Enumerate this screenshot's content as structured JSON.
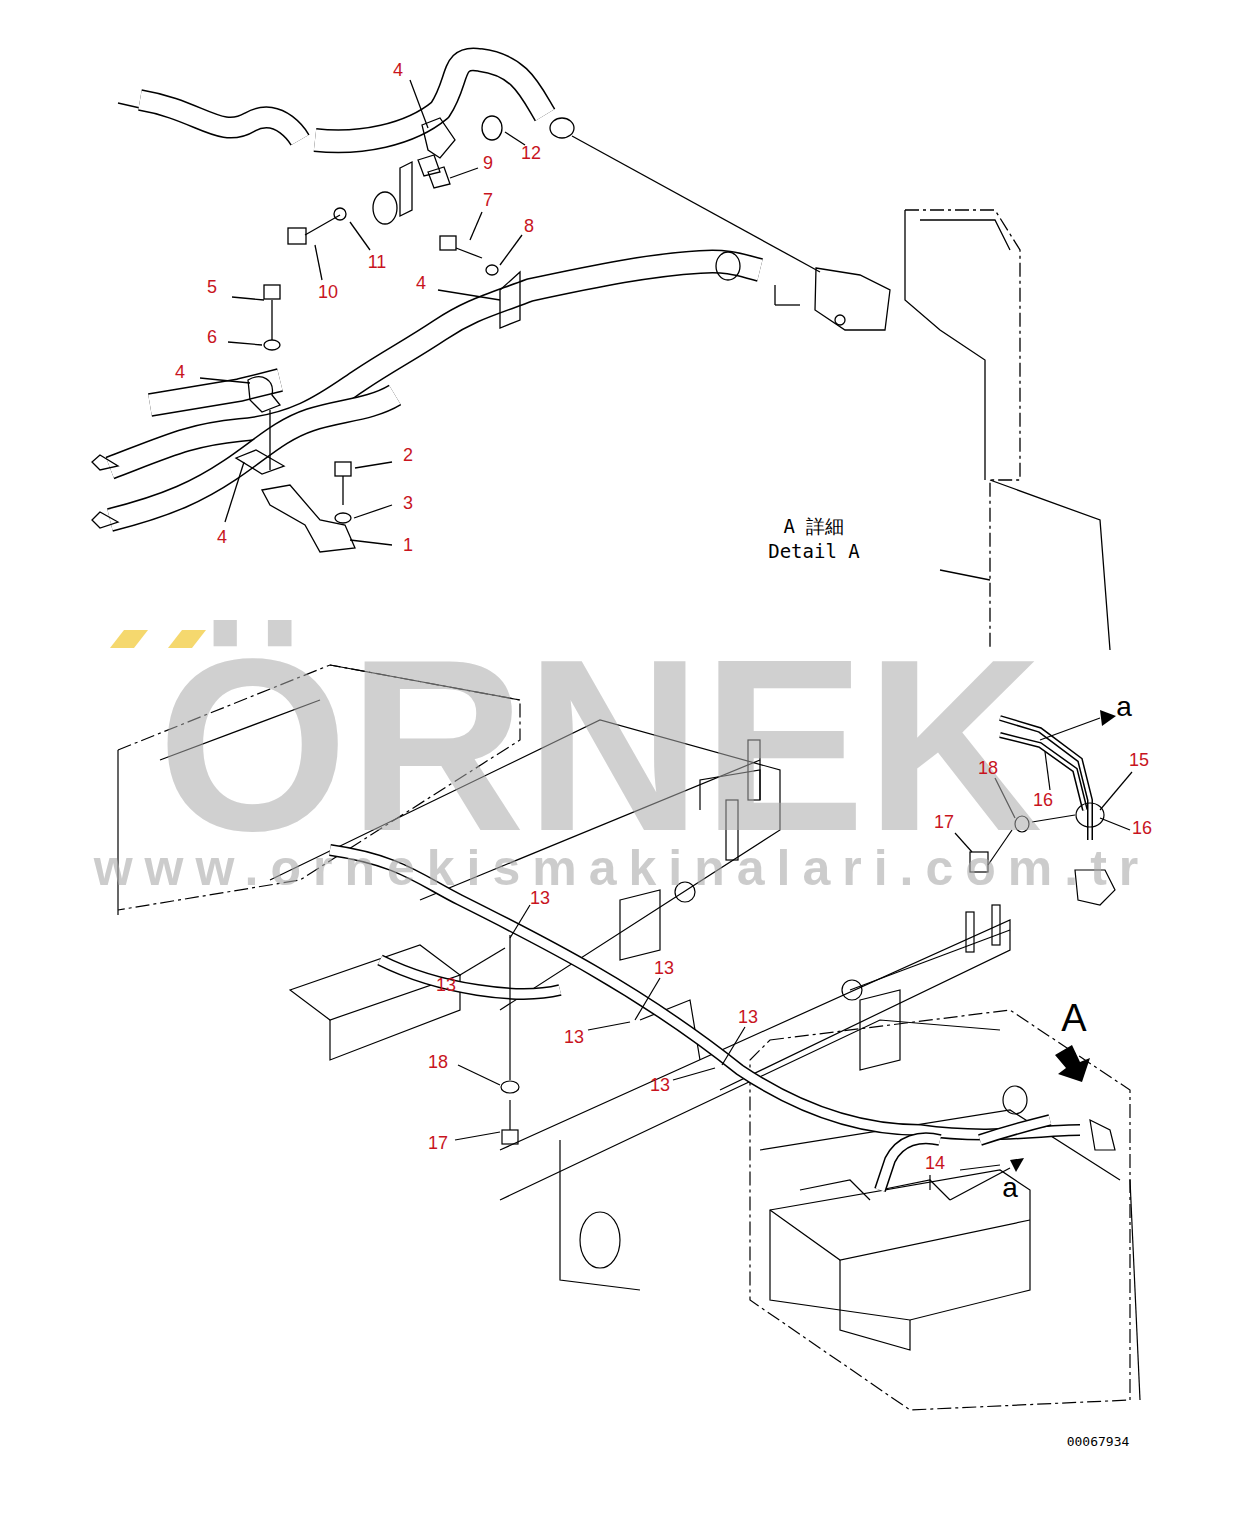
{
  "diagram": {
    "labels": [
      "4",
      "12",
      "9",
      "7",
      "8",
      "10",
      "11",
      "5",
      "4",
      "6",
      "4",
      "2",
      "3",
      "1",
      "4",
      "A 詳細",
      "Detail A",
      "ÖRNEK",
      "www.ornekismakinalari.com.tr",
      "a",
      "15",
      "18",
      "16",
      "16",
      "17",
      "13",
      "13",
      "13",
      "13",
      "13",
      "13",
      "18",
      "17",
      "A",
      "14",
      "a",
      "00067934"
    ]
  }
}
